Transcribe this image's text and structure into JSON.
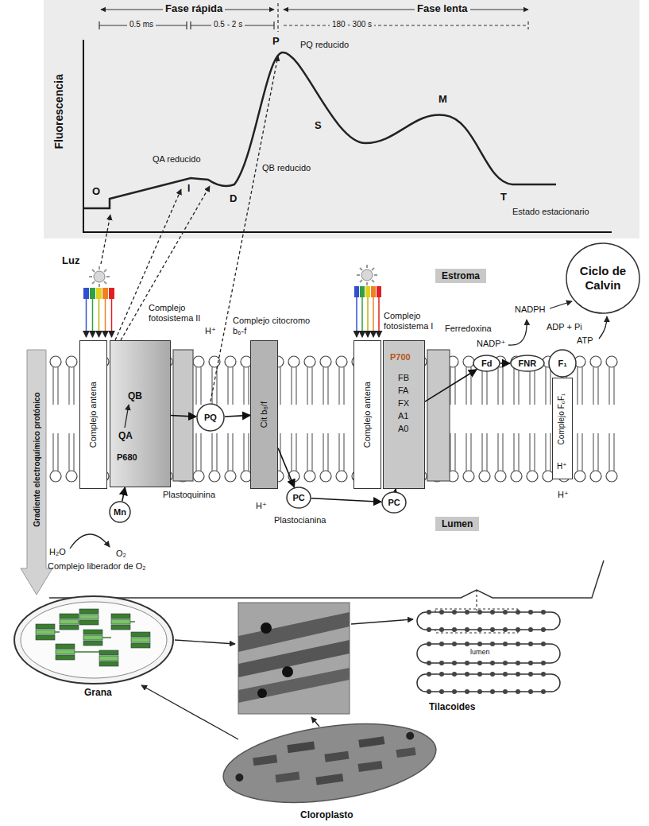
{
  "diagram": {
    "nodes": [
      {
        "text": [
          "Complejo antena"
        ]
      },
      {
        "text": [
          "Complejo fotosistema II",
          "QB",
          "QA",
          "P680"
        ]
      },
      {
        "text": [
          "Mn"
        ]
      },
      {
        "text": [
          "PQ"
        ]
      },
      {
        "text": [
          "Complejo citocromo b₆-f",
          "Cit b₆/f"
        ]
      },
      {
        "text": [
          "PC"
        ]
      },
      {
        "text": [
          "Complejo antena"
        ]
      },
      {
        "text": [
          "PC"
        ]
      },
      {
        "text": [
          "Complejo fotosistema I",
          "P700",
          "FB",
          "FA",
          "FX",
          "A1",
          "A0"
        ]
      },
      {
        "text": [
          "Fd"
        ]
      },
      {
        "text": [
          "FNR"
        ]
      },
      {
        "text": [
          "F₁"
        ]
      },
      {
        "text": [
          "Complejo F₀F₁",
          "H⁺"
        ]
      },
      {
        "text": [
          "Ciclo de Calvin"
        ]
      }
    ],
    "edges": [
      {
        "from": 2,
        "to": 1,
        "arrow": "to"
      },
      {
        "from": 1,
        "to": 3,
        "arrow": "to"
      },
      {
        "from": 3,
        "to": 4,
        "arrow": "to"
      },
      {
        "from": 4,
        "to": 5,
        "arrow": "to"
      },
      {
        "from": 5,
        "to": 7,
        "arrow": "to"
      },
      {
        "from": 7,
        "to": 8,
        "arrow": "to"
      },
      {
        "from": 8,
        "to": 9,
        "arrow": "to"
      },
      {
        "from": 9,
        "to": 10,
        "arrow": "to"
      }
    ],
    "labels": [
      "Fase rápida",
      "Fase lenta",
      "0.5 ms",
      "0.5 - 2 s",
      "180 - 300 s",
      "P",
      "PQ reducido",
      "Fluorescencia",
      "O",
      "QA reducido",
      "I",
      "QB reducido",
      "D",
      "S",
      "M",
      "T",
      "Estado estacionario",
      "Luz",
      "Estroma",
      "H⁺",
      "Ferredoxina",
      "NADP⁺",
      "NADPH",
      "ADP + Pi",
      "ATP",
      "Plastoquinina",
      "H⁺",
      "Plastocianina",
      "H⁺",
      "Lumen",
      "Gradiente electroquímico protónico",
      "H₂O",
      "O₂",
      "Complejo liberador de O₂",
      "Grana",
      "lumen",
      "Tilacoides",
      "Cloroplasto"
    ]
  }
}
